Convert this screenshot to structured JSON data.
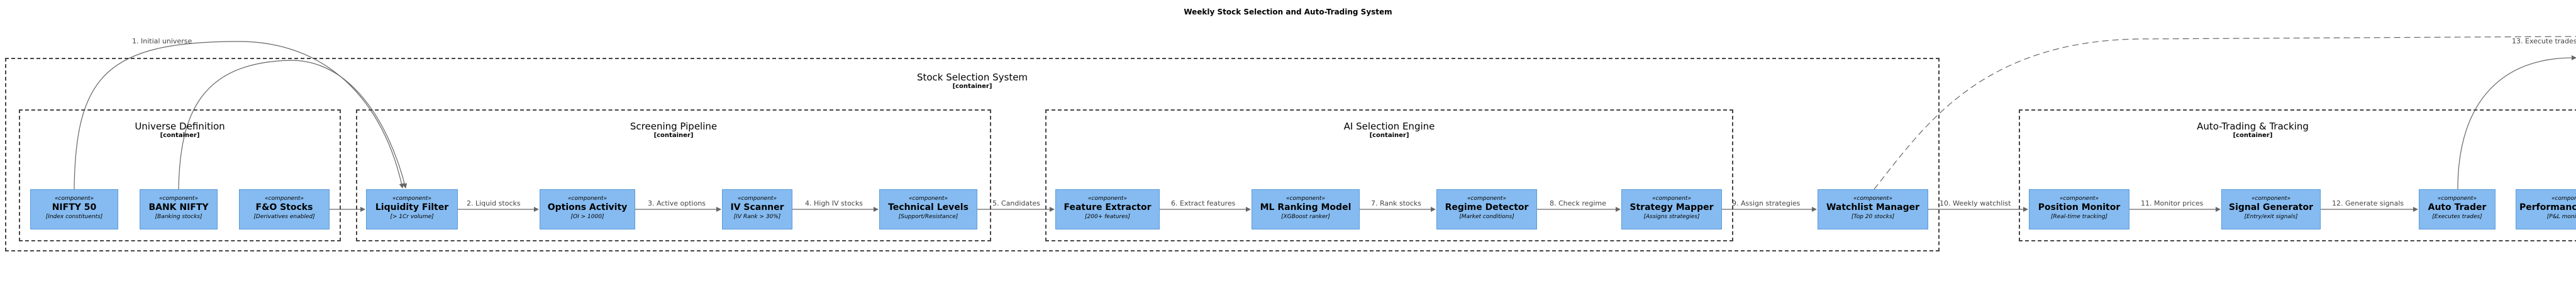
{
  "title": "Weekly Stock Selection and Auto-Trading System",
  "boundaries": {
    "system": {
      "title": "Stock Selection System",
      "type": "[container]"
    },
    "universe": {
      "title": "Universe Definition",
      "type": "[container]"
    },
    "screening": {
      "title": "Screening Pipeline",
      "type": "[container]"
    },
    "selection": {
      "title": "AI Selection Engine",
      "type": "[container]"
    },
    "trading": {
      "title": "Auto-Trading & Tracking",
      "type": "[container]"
    }
  },
  "components": {
    "nifty50": {
      "stereo": "«component»",
      "name": "NIFTY 50",
      "desc": "[Index constituents]"
    },
    "banknifty": {
      "stereo": "«component»",
      "name": "BANK NIFTY",
      "desc": "[Banking stocks]"
    },
    "fno": {
      "stereo": "«component»",
      "name": "F&O Stocks",
      "desc": "[Derivatives enabled]"
    },
    "liquidity": {
      "stereo": "«component»",
      "name": "Liquidity Filter",
      "desc": "[> 1Cr volume]"
    },
    "options": {
      "stereo": "«component»",
      "name": "Options Activity",
      "desc": "[OI > 1000]"
    },
    "ivscanner": {
      "stereo": "«component»",
      "name": "IV Scanner",
      "desc": "[IV Rank > 30%]"
    },
    "technical": {
      "stereo": "«component»",
      "name": "Technical Levels",
      "desc": "[Support/Resistance]"
    },
    "feature": {
      "stereo": "«component»",
      "name": "Feature Extractor",
      "desc": "[200+ features]"
    },
    "mlrank": {
      "stereo": "«component»",
      "name": "ML Ranking Model",
      "desc": "[XGBoost ranker]"
    },
    "regime": {
      "stereo": "«component»",
      "name": "Regime Detector",
      "desc": "[Market conditions]"
    },
    "strategy": {
      "stereo": "«component»",
      "name": "Strategy Mapper",
      "desc": "[Assigns strategies]"
    },
    "watchlist": {
      "stereo": "«component»",
      "name": "Watchlist Manager",
      "desc": "[Top 20 stocks]"
    },
    "position": {
      "stereo": "«component»",
      "name": "Position Monitor",
      "desc": "[Real-time tracking]"
    },
    "signal": {
      "stereo": "«component»",
      "name": "Signal Generator",
      "desc": "[Entry/exit signals]"
    },
    "autotrader": {
      "stereo": "«component»",
      "name": "Auto Trader",
      "desc": "[Executes trades]"
    },
    "performance": {
      "stereo": "«component»",
      "name": "Performance Tracker",
      "desc": "[P&L monitoring]"
    }
  },
  "relations": {
    "r1": "1. Initial universe",
    "r2": "2. Liquid stocks",
    "r3": "3. Active options",
    "r4": "4. High IV stocks",
    "r5": "5. Candidates",
    "r6": "6. Extract features",
    "r7": "7. Rank stocks",
    "r8": "8. Check regime",
    "r9": "9. Assign strategies",
    "r10": "10. Weekly watchlist",
    "r11": "11. Monitor prices",
    "r12": "12. Generate signals",
    "r13": "13. Execute trades"
  },
  "colors": {
    "component_fill": "#85BBF0",
    "boundary_border": "#444444",
    "edge": "#666666"
  }
}
